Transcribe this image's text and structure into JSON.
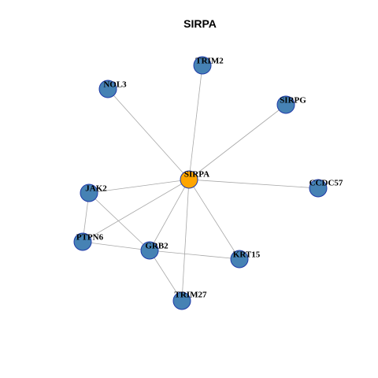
{
  "title": "SIRPA",
  "colors": {
    "center_fill": "#FFA500",
    "node_fill": "#4682B4",
    "node_stroke": "#1F3AA8",
    "edge": "#A8A8A8"
  },
  "nodes": [
    {
      "id": "SIRPA",
      "label": "SIRPA",
      "center": true
    },
    {
      "id": "TRIM2",
      "label": "TRIM2"
    },
    {
      "id": "NOL3",
      "label": "NOL3"
    },
    {
      "id": "SIRPG",
      "label": "SIRPG"
    },
    {
      "id": "JAK2",
      "label": "JAK2"
    },
    {
      "id": "CCDC57",
      "label": "CCDC57"
    },
    {
      "id": "PTPN6",
      "label": "PTPN6"
    },
    {
      "id": "GRB2",
      "label": "GRB2"
    },
    {
      "id": "KRT15",
      "label": "KRT15"
    },
    {
      "id": "TRIM27",
      "label": "TRIM27"
    }
  ],
  "edges": [
    [
      "SIRPA",
      "TRIM2"
    ],
    [
      "SIRPA",
      "NOL3"
    ],
    [
      "SIRPA",
      "SIRPG"
    ],
    [
      "SIRPA",
      "JAK2"
    ],
    [
      "SIRPA",
      "CCDC57"
    ],
    [
      "SIRPA",
      "PTPN6"
    ],
    [
      "SIRPA",
      "GRB2"
    ],
    [
      "SIRPA",
      "KRT15"
    ],
    [
      "SIRPA",
      "TRIM27"
    ],
    [
      "JAK2",
      "PTPN6"
    ],
    [
      "JAK2",
      "GRB2"
    ],
    [
      "PTPN6",
      "GRB2"
    ],
    [
      "GRB2",
      "KRT15"
    ],
    [
      "GRB2",
      "TRIM27"
    ]
  ]
}
